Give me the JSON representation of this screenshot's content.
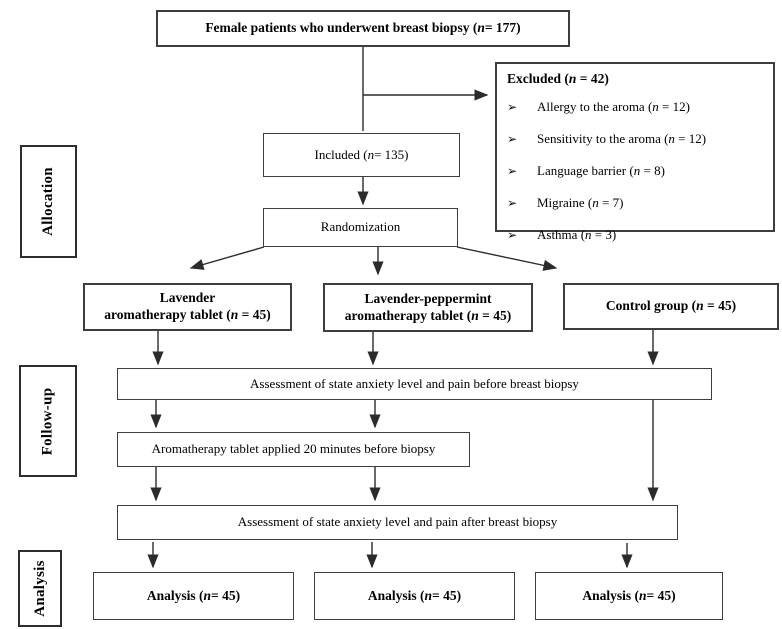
{
  "diagram": {
    "top_box": "Female patients who underwent breast biopsy (n = 177)",
    "excluded": {
      "title": "Excluded (n = 42)",
      "bullet": "➢",
      "items": [
        "Allergy to the aroma (n = 12)",
        "Sensitivity to the aroma (n = 12)",
        "Language barrier (n = 8)",
        "Migraine (n = 7)",
        "Asthma (n = 3)"
      ]
    },
    "included": "Included (n = 135)",
    "randomization": "Randomization",
    "groups": [
      {
        "line1": "Lavender",
        "line2": "aromatherapy tablet (n = 45)"
      },
      {
        "line1": "Lavender-peppermint",
        "line2": "aromatherapy tablet (n = 45)"
      },
      {
        "line1": "Control group (n = 45)",
        "line2": ""
      }
    ],
    "assessment_before": "Assessment of state anxiety level and pain before breast biopsy",
    "intervention": "Aromatherapy tablet applied 20 minutes before biopsy",
    "assessment_after": "Assessment of state anxiety level and pain after breast biopsy",
    "analysis_boxes": [
      "Analysis (n = 45)",
      "Analysis (n = 45)",
      "Analysis (n = 45)"
    ],
    "stage_labels": [
      "Allocation",
      "Follow-up",
      "Analysis"
    ],
    "colors": {
      "line": "#2b2b2b",
      "border": "#3e3e3e",
      "background": "#ffffff",
      "text": "#000000"
    }
  }
}
